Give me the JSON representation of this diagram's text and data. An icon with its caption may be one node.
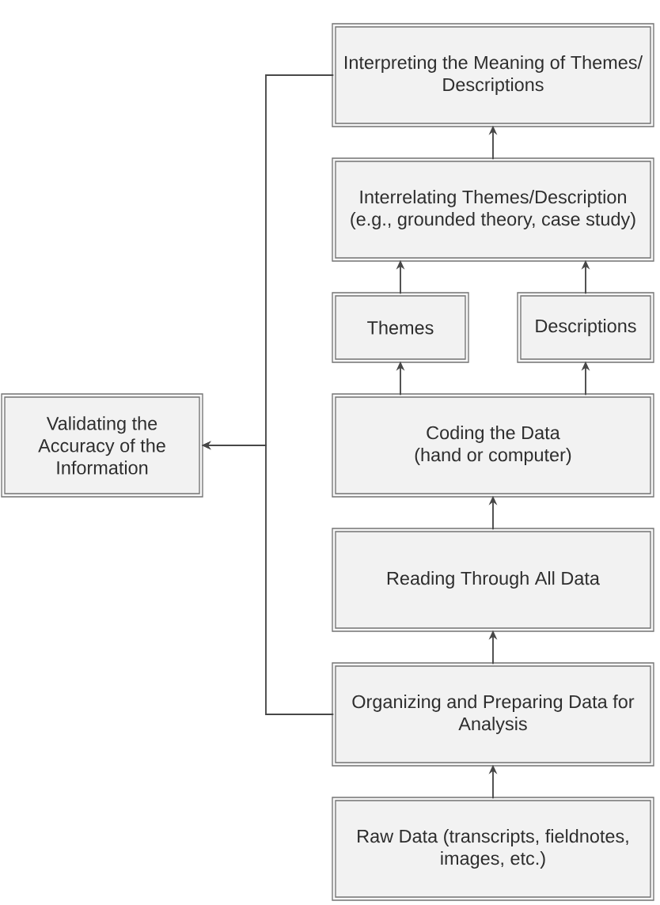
{
  "diagram": {
    "nodes": [
      {
        "text": [
          "Interpreting the Meaning of Themes/ Descriptions"
        ]
      },
      {
        "text": [
          "Interrelating Themes/Description (e.g., grounded theory, case study)"
        ]
      },
      {
        "text": [
          "Themes"
        ]
      },
      {
        "text": [
          "Descriptions"
        ]
      },
      {
        "text": [
          "Validating the Accuracy of the Information"
        ]
      },
      {
        "text": [
          "Coding the Data (hand or computer)"
        ]
      },
      {
        "text": [
          "Reading Through All Data"
        ]
      },
      {
        "text": [
          "Organizing and Preparing Data for Analysis"
        ]
      },
      {
        "text": [
          "Raw Data (transcripts, fieldnotes, images, etc.)"
        ]
      }
    ],
    "edges": [
      {
        "from": 8,
        "to": 7,
        "arrow": "to"
      },
      {
        "from": 7,
        "to": 6,
        "arrow": "to"
      },
      {
        "from": 6,
        "to": 5,
        "arrow": "to"
      },
      {
        "from": 5,
        "to": 2,
        "arrow": "to"
      },
      {
        "from": 5,
        "to": 3,
        "arrow": "to"
      },
      {
        "from": 2,
        "to": 1,
        "arrow": "to"
      },
      {
        "from": 3,
        "to": 1,
        "arrow": "to"
      },
      {
        "from": 1,
        "to": 0,
        "arrow": "to"
      },
      {
        "from": 0,
        "to": 4,
        "arrow": "to"
      },
      {
        "from": 7,
        "to": 4,
        "arrow": "to"
      }
    ]
  }
}
